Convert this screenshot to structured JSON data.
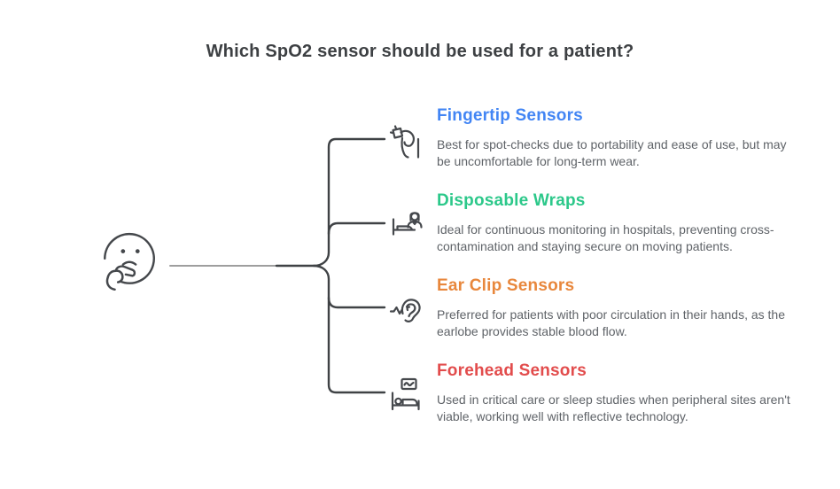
{
  "title": "Which SpO2 sensor should be used for a patient?",
  "root": {
    "icon": "thinking-face-icon"
  },
  "palette": {
    "line_dark": "#3f4245",
    "line_light": "#9e9e9e",
    "icon_stroke": "#45484c",
    "title_color": "#3d4043",
    "description_color": "#5f6368"
  },
  "branches": [
    {
      "heading": "Fingertip Sensors",
      "color": "#4285f4",
      "icon": "fingertip-sensor-icon",
      "description": "Best for spot-checks due to portability and ease of use, but may be uncomfortable for long-term wear."
    },
    {
      "heading": "Disposable Wraps",
      "color": "#2cc88a",
      "icon": "nurse-hospital-bed-icon",
      "description": "Ideal for continuous monitoring in hospitals, preventing cross-contamination and staying secure on moving patients."
    },
    {
      "heading": "Ear Clip Sensors",
      "color": "#e8873c",
      "icon": "ear-waveform-icon",
      "description": "Preferred for patients with poor circulation in their hands, as the earlobe provides stable blood flow."
    },
    {
      "heading": "Forehead Sensors",
      "color": "#e24c4c",
      "icon": "sleep-study-bed-monitor-icon",
      "description": "Used in critical care or sleep studies when peripheral sites aren't viable, working well with reflective technology."
    }
  ]
}
